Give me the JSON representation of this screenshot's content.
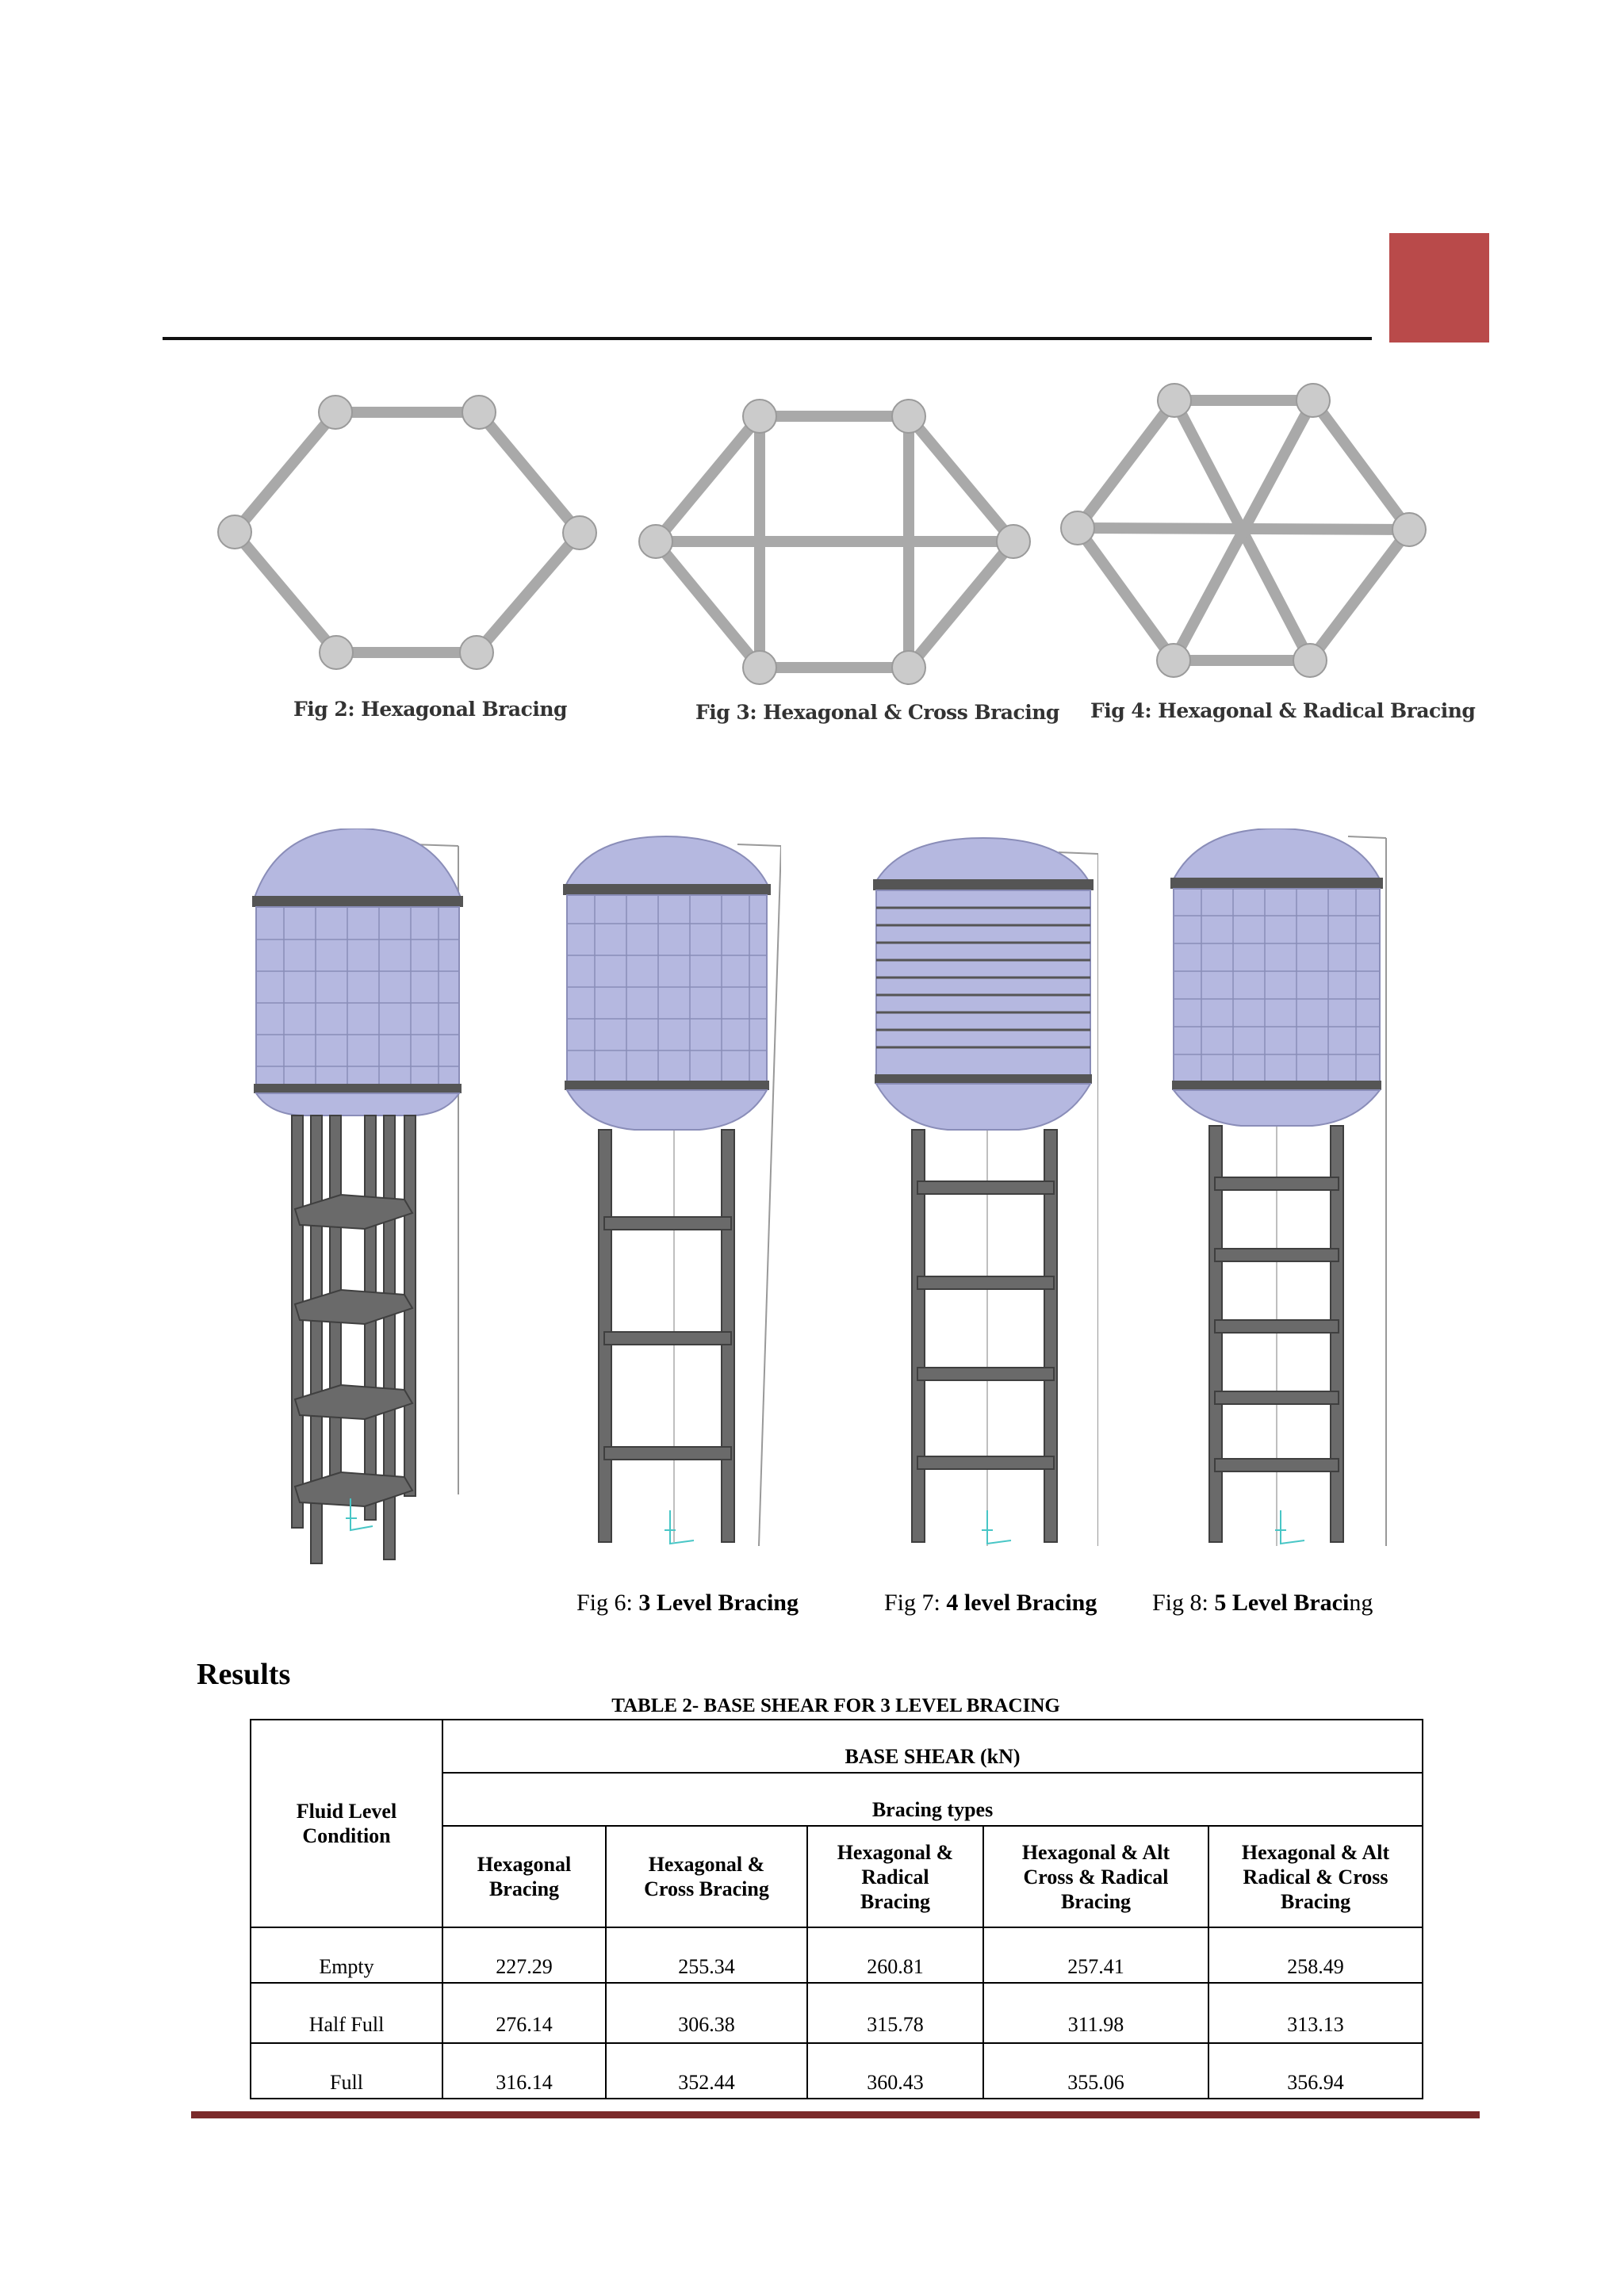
{
  "colors": {
    "accent_block": "#b94a4a",
    "footer_rule": "#7b2a2a",
    "tank_fill": "#b5b8e0",
    "node_fill": "#c8c8c8"
  },
  "figures_top": [
    {
      "caption": "Fig 2: Hexagonal Bracing"
    },
    {
      "caption": "Fig 3: Hexagonal & Cross Bracing"
    },
    {
      "caption": "Fig 4: Hexagonal & Radical Bracing"
    }
  ],
  "figures_bottom": [
    {
      "prefix": "Fig 6: ",
      "bold": "3 Level Bracing",
      "tail": ""
    },
    {
      "prefix": "Fig 7: ",
      "bold": "4 level Bracing",
      "tail": ""
    },
    {
      "prefix": "Fig 8: ",
      "bold": "5 Level Braci",
      "tail": "ng"
    }
  ],
  "section_heading": "Results",
  "table": {
    "title": "TABLE 2- BASE SHEAR FOR 3 LEVEL BRACING",
    "row_header": "Fluid Level Condition",
    "group_header": "BASE SHEAR (kN)",
    "sub_header": "Bracing types",
    "columns": [
      "Hexagonal Bracing",
      "Hexagonal & Cross Bracing",
      "Hexagonal & Radical Bracing",
      "Hexagonal & Alt Cross & Radical Bracing",
      "Hexagonal & Alt Radical & Cross Bracing"
    ],
    "rows": [
      {
        "condition": "Empty",
        "values": [
          "227.29",
          "255.34",
          "260.81",
          "257.41",
          "258.49"
        ]
      },
      {
        "condition": "Half Full",
        "values": [
          "276.14",
          "306.38",
          "315.78",
          "311.98",
          "313.13"
        ]
      },
      {
        "condition": "Full",
        "values": [
          "316.14",
          "352.44",
          "360.43",
          "355.06",
          "356.94"
        ]
      }
    ]
  }
}
